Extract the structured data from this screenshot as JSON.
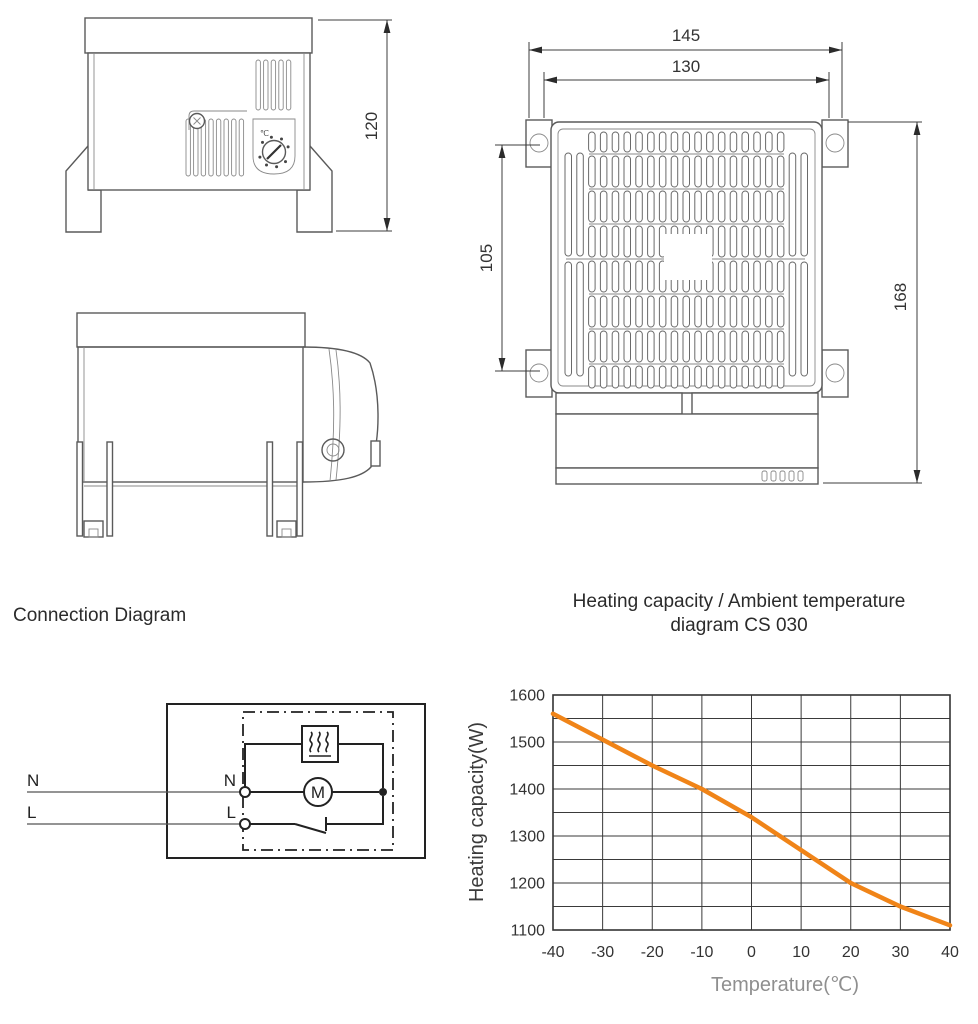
{
  "titles": {
    "connection": "Connection Diagram",
    "chart_line1": "Heating capacity / Ambient temperature",
    "chart_line2": "diagram CS 030"
  },
  "drawings": {
    "front_view": {
      "height_dim": "120",
      "knob_mark": "℃"
    },
    "top_view": {
      "width_outer_dim": "145",
      "width_inner_dim": "130",
      "hole_spacing_dim": "105",
      "height_dim": "168"
    }
  },
  "connection": {
    "neutral_label": "N",
    "line_label": "L",
    "inner_neutral_label": "N",
    "inner_line_label": "L",
    "motor_label": "M"
  },
  "chart_data": {
    "type": "line",
    "title": "Heating capacity / Ambient temperature diagram CS 030",
    "xlabel": "Temperature(℃)",
    "ylabel": "Heating capacity(W)",
    "x": [
      -40,
      -30,
      -20,
      -10,
      0,
      10,
      20,
      30,
      40
    ],
    "series": [
      {
        "name": "CS 030",
        "values": [
          1560,
          1505,
          1450,
          1400,
          1340,
          1270,
          1200,
          1150,
          1110
        ]
      }
    ],
    "xlim": [
      -40,
      40
    ],
    "ylim": [
      1100,
      1600
    ],
    "x_ticks": [
      -40,
      -30,
      -20,
      -10,
      0,
      10,
      20,
      30,
      40
    ],
    "y_ticks": [
      1100,
      1200,
      1300,
      1400,
      1500,
      1600
    ],
    "x_grid_step": 10,
    "y_grid_step": 50,
    "grid": true,
    "legend": false,
    "line_color": "#F08418"
  }
}
